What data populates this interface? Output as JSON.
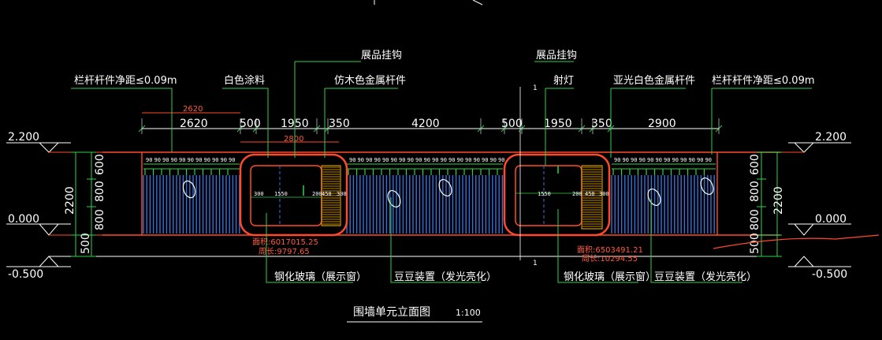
{
  "labels": {
    "rail_spacing_left": "栏杆杆件净距≤0.09m",
    "white_paint": "白色涂料",
    "display_hook_left": "展品挂钩",
    "wood_rail": "仿木色金属杆件",
    "display_hook_right": "展品挂钩",
    "spotlight": "射灯",
    "matte_white_rail": "亚光白色金属杆件",
    "rail_spacing_right": "栏杆杆件净距≤0.09m",
    "tempered_glass_left": "钢化玻璃（展示窗）",
    "bean_device_left": "豆豆装置（发光亮化）",
    "tempered_glass_right": "钢化玻璃（展示窗）",
    "bean_device_right": "豆豆装置（发光亮化）"
  },
  "dimensions_top": [
    "2620",
    "500",
    "1950",
    "350",
    "4200",
    "500",
    "1950",
    "350",
    "2900"
  ],
  "dim_small_top": "2620",
  "dim_opening": "2800",
  "levels": {
    "top_left": "2.200",
    "zero_left": "0.000",
    "bottom_left": "-0.500",
    "top_right": "2.200",
    "zero_right": "0.000",
    "bottom_right": "-0.500"
  },
  "vertical_dims_left": [
    "600",
    "800",
    "800",
    "500"
  ],
  "vertical_total_left": "2200",
  "vertical_dims_right": [
    "600",
    "800",
    "800",
    "500"
  ],
  "vertical_total_right": "2200",
  "area_left": "面积:6017015.25",
  "perimeter_left": "周长:9797.65",
  "area_right": "面积:6503491.21",
  "perimeter_right": "周长:10294.55",
  "inner_dims": {
    "w300a": "300",
    "w1550a": "1550",
    "w200a": "200",
    "w450a": "450",
    "w300b": "300",
    "w1550b": "1550",
    "w200b": "200",
    "w450b": "450",
    "w300c": "300"
  },
  "marker": "1",
  "title": "围墙单元立面图",
  "scale": "1:100",
  "rail_spacing_ticks": "90",
  "colors": {
    "wall": "#ff4a2a",
    "green": "#2fd24b",
    "blue": "#3a6fd8",
    "white": "#ffffff"
  }
}
